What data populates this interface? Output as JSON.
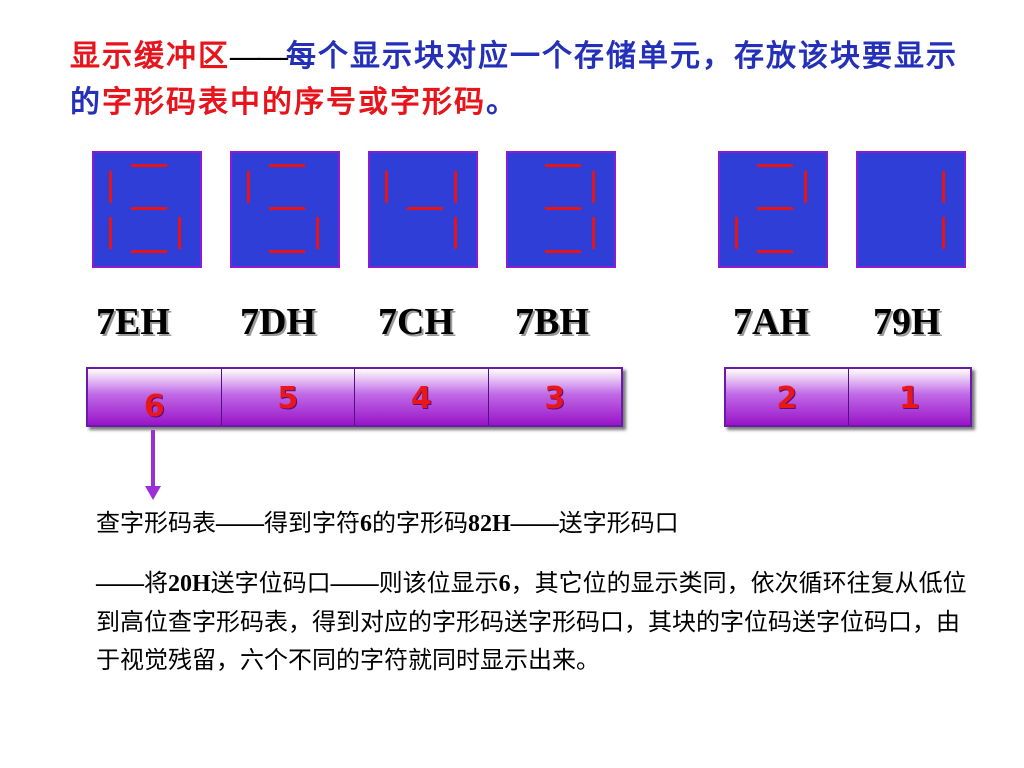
{
  "title": {
    "part1": "显示缓冲区",
    "dash": "——",
    "part2": "每个显示块对应一个存储单元，存放该块要显示的",
    "part3": "字形码表中的序号或字形码",
    "part4": "。"
  },
  "digits": [
    {
      "value": "6",
      "segments": "afgedc"
    },
    {
      "value": "5",
      "segments": "afgcd"
    },
    {
      "value": "4",
      "segments": "fgbc"
    },
    {
      "value": "3",
      "segments": "abgcd"
    },
    {
      "value": "2",
      "segments": "abged"
    },
    {
      "value": "1",
      "segments": "bc"
    }
  ],
  "addresses": [
    "7EH",
    "7DH",
    "7CH",
    "7BH",
    "7AH",
    "79H"
  ],
  "buffer": {
    "group1": [
      "6",
      "5",
      "4",
      "3"
    ],
    "group2": [
      "2",
      "1"
    ]
  },
  "body": {
    "line1_a": "查字形码表",
    "dash1": "——",
    "line1_b": "得到字符",
    "num6": "6",
    "line1_c": "的字形码",
    "code82": "82H",
    "dash2": "——",
    "line1_d": "送字形码口",
    "dash3": "——",
    "line2_a": "将",
    "code20": "20H",
    "line2_b": "送字位码口",
    "dash4": "——",
    "line2_c": "则该位显示",
    "num6b": "6",
    "line2_d": "，其它位的显示类同，依次循环往复从低位到高位查字形码表，得到对应的字形码送字形码口，其块的字位码送字位码口，由于视觉残留，六个不同的字符就同时显示出来。"
  },
  "colors": {
    "segment": "#e61414",
    "panel": "#2e3ed6",
    "accent_red": "#e8141c",
    "accent_blue": "#2430b8"
  }
}
